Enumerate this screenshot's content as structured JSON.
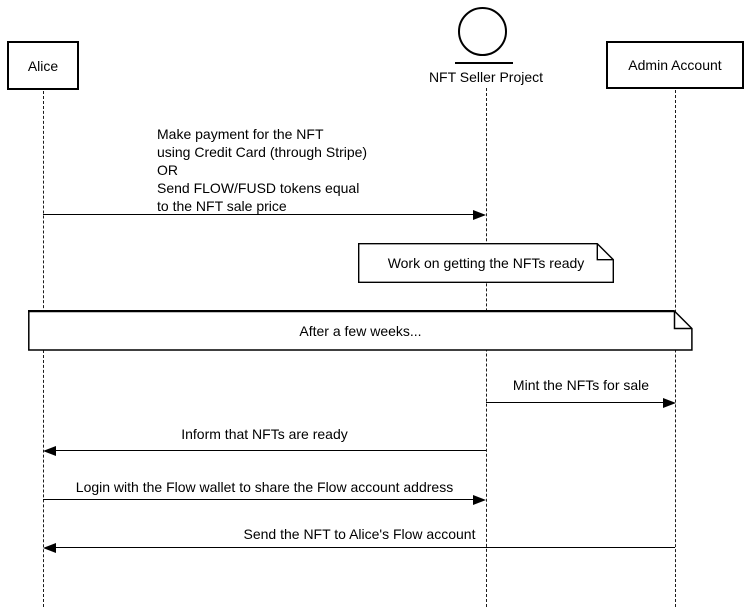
{
  "canvas": {
    "background": "#ffffff",
    "stroke": "#000000",
    "note_fill": "#ffffff"
  },
  "participants": [
    {
      "label": "Alice",
      "type": "participant"
    },
    {
      "label": "NFT Seller Project",
      "type": "entity"
    },
    {
      "label": "Admin Account",
      "type": "participant"
    }
  ],
  "messages": [
    {
      "from": "Alice",
      "to": "NFT Seller Project",
      "direction": "right",
      "lines": [
        "Make payment for the NFT",
        "using Credit Card (through Stripe)",
        "OR",
        "Send FLOW/FUSD tokens equal",
        "to the NFT sale price"
      ]
    },
    {
      "from": "NFT Seller Project",
      "to": "Admin Account",
      "direction": "right",
      "text": "Mint the NFTs for sale"
    },
    {
      "from": "NFT Seller Project",
      "to": "Alice",
      "direction": "left",
      "text": "Inform that NFTs are ready"
    },
    {
      "from": "Alice",
      "to": "NFT Seller Project",
      "direction": "right",
      "text": "Login with the Flow wallet to share the Flow account address"
    },
    {
      "from": "Admin Account",
      "to": "Alice",
      "direction": "left",
      "text": "Send the NFT to Alice's Flow account"
    }
  ],
  "notes": [
    {
      "text": "Work on getting the NFTs ready",
      "placement": "over NFT Seller Project"
    },
    {
      "text": "After a few weeks...",
      "placement": "across all participants"
    }
  ]
}
